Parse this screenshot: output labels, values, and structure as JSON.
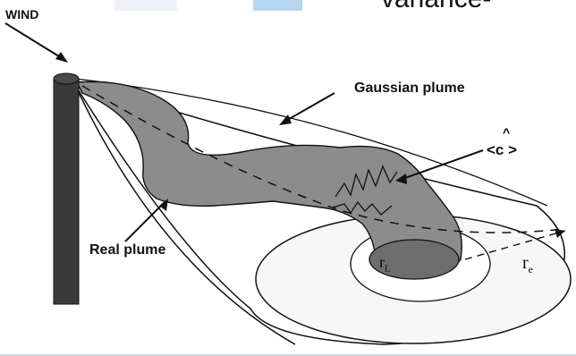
{
  "header": {
    "partial_text": "variance-"
  },
  "labels": {
    "wind": "WIND",
    "gaussian_plume": "Gaussian plume",
    "real_plume": "Real plume",
    "c_hat_open": "<c >",
    "c_hat_accent": "^",
    "r_l": "r",
    "r_l_sub": "L",
    "r_e": "r",
    "r_e_sub": "e"
  },
  "colors": {
    "plume_fill": "#8c8c8c",
    "stack_fill": "#3a3a3a",
    "line": "#111111",
    "top_swatch": "#b7d6f2"
  },
  "icons": {
    "wind_arrow": "arrow-icon"
  }
}
